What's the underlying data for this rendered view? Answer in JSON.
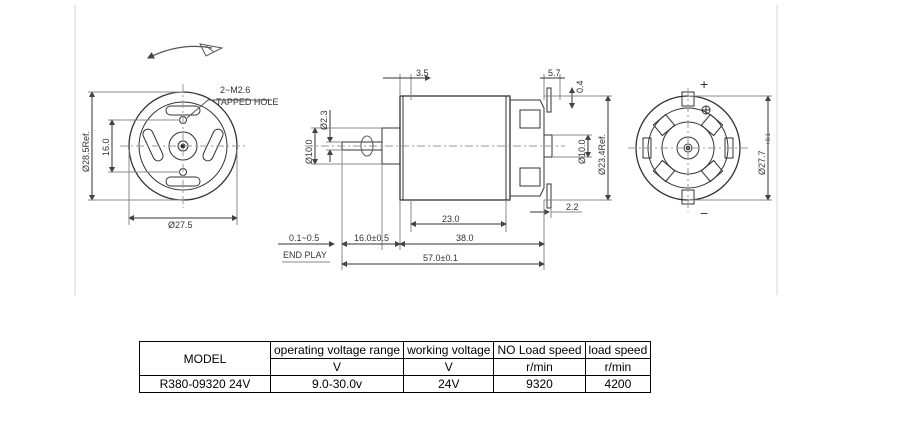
{
  "drawing": {
    "rotation_label": "",
    "front_view": {
      "hole_callout_line1": "2~M2.6",
      "hole_callout_line2": "TAPPED HOLE",
      "dim_outer_diameter": "Ø28.5Ref.",
      "dim_hole_spacing": "16.0",
      "dim_width": "Ø27.5"
    },
    "side_view": {
      "dim_shaft_dia": "Ø2.3",
      "dim_boss_dia": "Ø10.0",
      "dim_boss_dia_rear": "Ø10.0",
      "dim_body_dia": "Ø23.4Ref.",
      "dim_top_left": "3.5",
      "dim_top_right": "5.7",
      "dim_terminal": "0.4",
      "dim_body_length_part": "23.0",
      "dim_terminal_offset": "2.2",
      "dim_end_play": "0.1~0.5",
      "dim_shaft_length": "16.0±0.5",
      "dim_body_length": "38.0",
      "dim_total_length": "57.0±0.1",
      "end_play_label": "END PLAY"
    },
    "rear_view": {
      "plus_sign": "+",
      "minus_sign": "−",
      "dim_rear_dia": "Ø27.7",
      "dim_rear_tol": "+0.1"
    }
  },
  "spec_table": {
    "header": {
      "model": "MODEL",
      "voltage_range": "operating voltage range",
      "working_voltage": "working voltage",
      "no_load_speed": "NO Load speed",
      "load_speed": "load speed"
    },
    "units": {
      "voltage_range": "V",
      "working_voltage": "V",
      "no_load_speed": "r/min",
      "load_speed": "r/min"
    },
    "row": {
      "model": "R380-09320  24V",
      "voltage_range": "9.0-30.0v",
      "working_voltage": "24V",
      "no_load_speed": "9320",
      "load_speed": "4200"
    }
  }
}
